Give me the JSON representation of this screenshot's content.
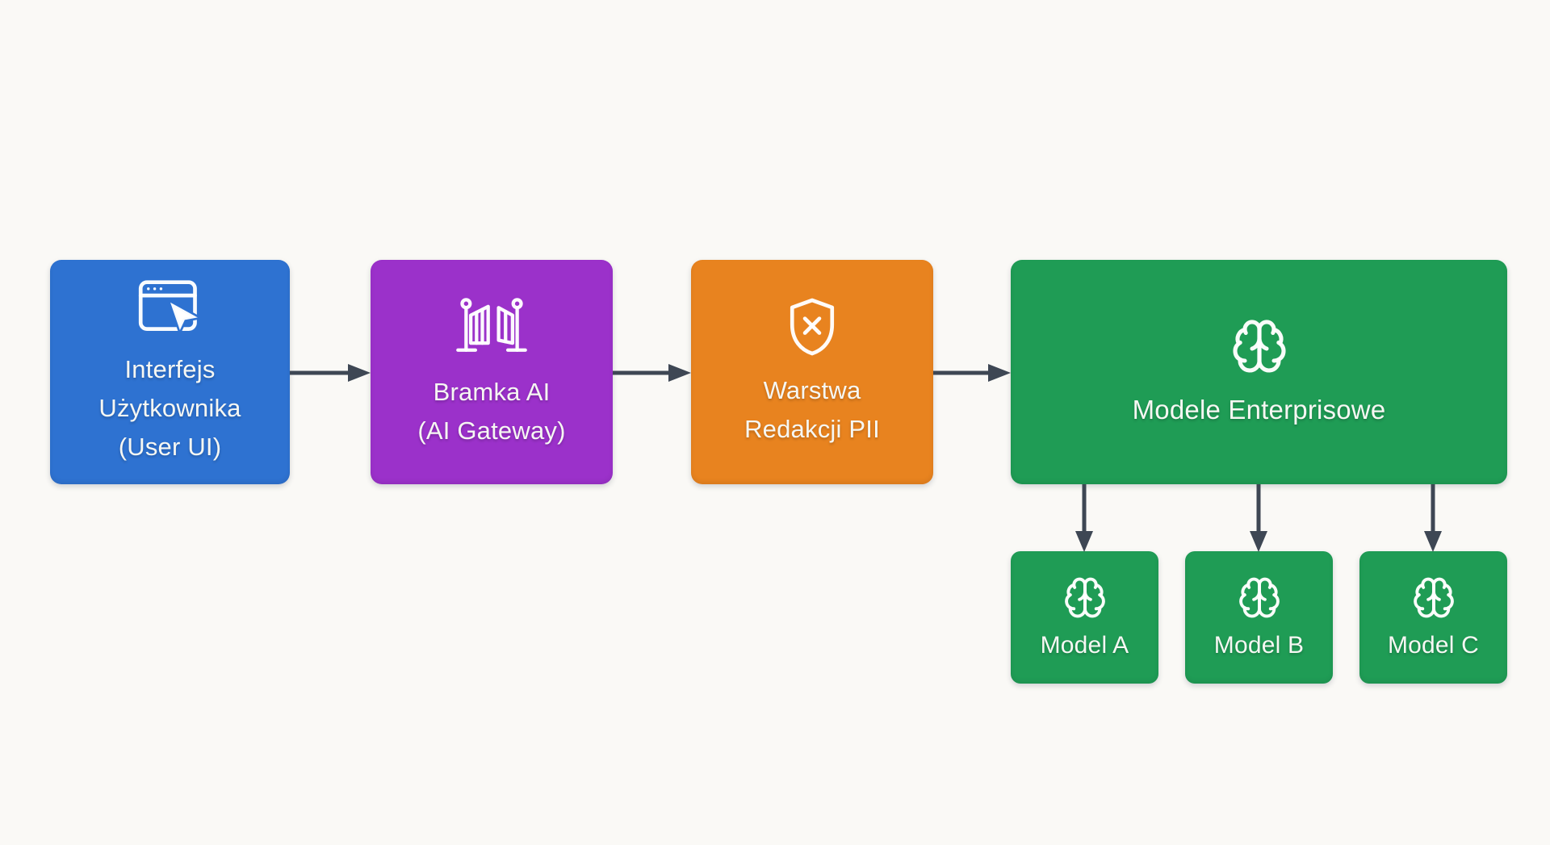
{
  "colors": {
    "background": "#FAF9F6",
    "text": "#F6F7F3",
    "arrow": "#3E4754",
    "node_user_ui": "#2E72D1",
    "node_ai_gateway": "#9B31CA",
    "node_pii_redaction": "#E8831F",
    "node_models": "#1F9C55"
  },
  "nodes": {
    "user_ui": {
      "lines": [
        "Interfejs",
        "Użytkownika",
        "(User UI)"
      ],
      "icon": "browser-cursor-icon"
    },
    "ai_gateway": {
      "lines": [
        "Bramka AI",
        "(AI Gateway)"
      ],
      "icon": "gate-icon"
    },
    "pii_redaction": {
      "lines": [
        "Warstwa",
        "Redakcji PII"
      ],
      "icon": "shield-x-icon"
    },
    "enterprise_models": {
      "label": "Modele Enterprisowe",
      "icon": "brain-icon"
    },
    "model_a": {
      "label": "Model A",
      "icon": "brain-icon"
    },
    "model_b": {
      "label": "Model B",
      "icon": "brain-icon"
    },
    "model_c": {
      "label": "Model C",
      "icon": "brain-icon"
    }
  },
  "connections": [
    {
      "from": "user_ui",
      "to": "ai_gateway"
    },
    {
      "from": "ai_gateway",
      "to": "pii_redaction"
    },
    {
      "from": "pii_redaction",
      "to": "enterprise_models"
    },
    {
      "from": "enterprise_models",
      "to": "model_a"
    },
    {
      "from": "enterprise_models",
      "to": "model_b"
    },
    {
      "from": "enterprise_models",
      "to": "model_c"
    }
  ]
}
